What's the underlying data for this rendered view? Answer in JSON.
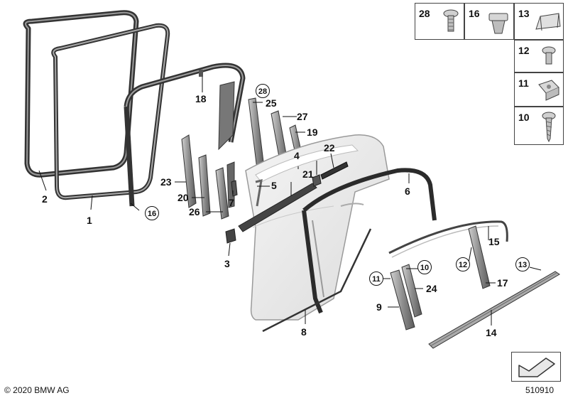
{
  "labels": [
    {
      "text": "1",
      "name": "callout-1"
    },
    {
      "text": "2",
      "name": "callout-2"
    },
    {
      "text": "3",
      "name": "callout-3"
    },
    {
      "text": "4",
      "name": "callout-4"
    },
    {
      "text": "5",
      "name": "callout-5"
    },
    {
      "text": "6",
      "name": "callout-6"
    },
    {
      "text": "7",
      "name": "callout-7"
    },
    {
      "text": "8",
      "name": "callout-8"
    },
    {
      "text": "9",
      "name": "callout-9"
    },
    {
      "text": "14",
      "name": "callout-14"
    },
    {
      "text": "15",
      "name": "callout-15"
    },
    {
      "text": "17",
      "name": "callout-17"
    },
    {
      "text": "18",
      "name": "callout-18"
    },
    {
      "text": "19",
      "name": "callout-19"
    },
    {
      "text": "20",
      "name": "callout-20"
    },
    {
      "text": "21",
      "name": "callout-21"
    },
    {
      "text": "22",
      "name": "callout-22"
    },
    {
      "text": "23",
      "name": "callout-23"
    },
    {
      "text": "24",
      "name": "callout-24"
    },
    {
      "text": "25",
      "name": "callout-25"
    },
    {
      "text": "26",
      "name": "callout-26"
    },
    {
      "text": "27",
      "name": "callout-27"
    }
  ],
  "circled_labels": [
    {
      "text": "16",
      "name": "callout-16-circled"
    },
    {
      "text": "28",
      "name": "callout-28-circled"
    },
    {
      "text": "11",
      "name": "callout-11-circled"
    },
    {
      "text": "10",
      "name": "callout-10-circled"
    },
    {
      "text": "12",
      "name": "callout-12-circled"
    },
    {
      "text": "13",
      "name": "callout-13-circled"
    }
  ],
  "parts_table": [
    {
      "text": "28",
      "icon": "torx-screw-flat-head-icon"
    },
    {
      "text": "16",
      "icon": "expanding-nut-icon"
    },
    {
      "text": "13",
      "icon": "edge-clip-icon"
    },
    {
      "text": "12",
      "icon": "torx-screw-short-icon"
    },
    {
      "text": "11",
      "icon": "clip-nut-icon"
    },
    {
      "text": "10",
      "icon": "self-tapping-screw-icon"
    }
  ],
  "footer": {
    "copyright": "© 2020 BMW AG",
    "diagram_number": "510910"
  },
  "colors": {
    "line": "#222222",
    "seal": "#3c3c3c",
    "fill_light": "#e6e6e6",
    "fill_mid": "#9a9a9a"
  }
}
